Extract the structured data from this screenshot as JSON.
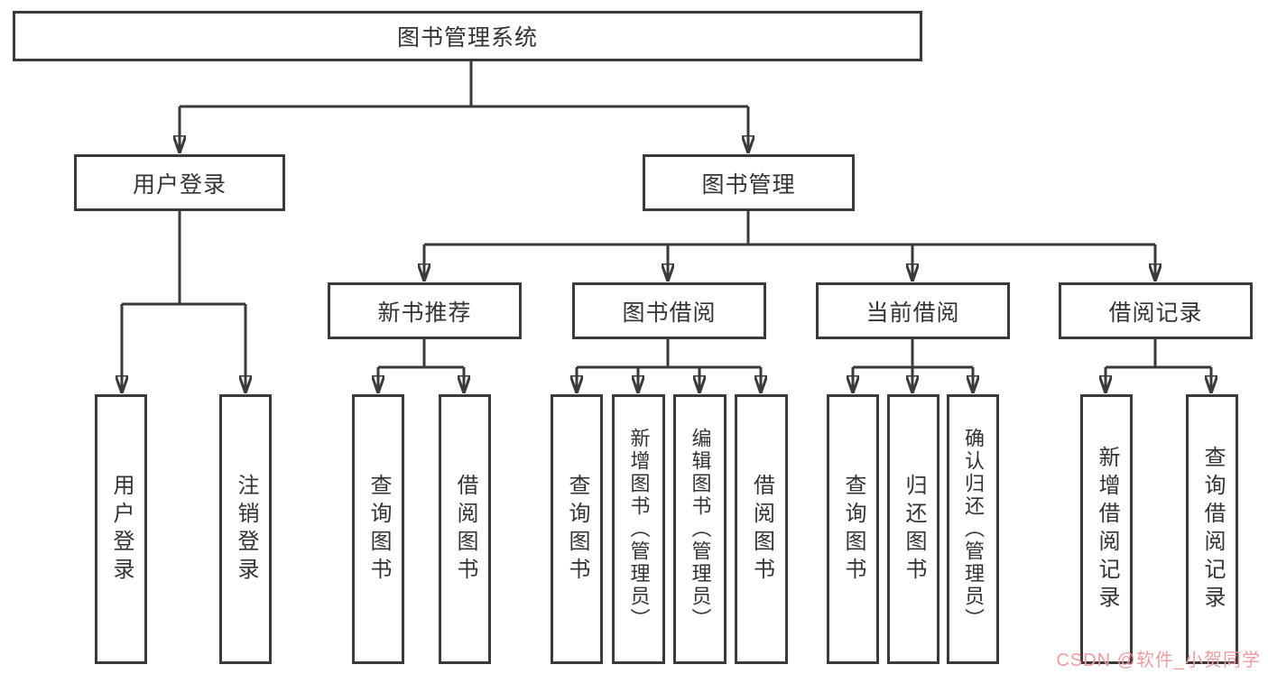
{
  "tree": {
    "label": "图书管理系统",
    "children": [
      {
        "label": "用户登录",
        "children": [
          {
            "label": "用户登录"
          },
          {
            "label": "注销登录"
          }
        ]
      },
      {
        "label": "图书管理",
        "children": [
          {
            "label": "新书推荐",
            "children": [
              {
                "label": "查询图书"
              },
              {
                "label": "借阅图书"
              }
            ]
          },
          {
            "label": "图书借阅",
            "children": [
              {
                "label": "查询图书"
              },
              {
                "label": "新增图书（管理员）"
              },
              {
                "label": "编辑图书（管理员）"
              },
              {
                "label": "借阅图书"
              }
            ]
          },
          {
            "label": "当前借阅",
            "children": [
              {
                "label": "查询图书"
              },
              {
                "label": "归还图书"
              },
              {
                "label": "确认归还（管理员）"
              }
            ]
          },
          {
            "label": "借阅记录",
            "children": [
              {
                "label": "新增借阅记录"
              },
              {
                "label": "查询借阅记录"
              }
            ]
          }
        ]
      }
    ]
  },
  "watermark": {
    "text": "CSDN @软件_小贺同学"
  },
  "colors": {
    "line": "#3a3a3a",
    "text": "#333333",
    "watermark": "#ef9da1",
    "background": "#ffffff"
  }
}
